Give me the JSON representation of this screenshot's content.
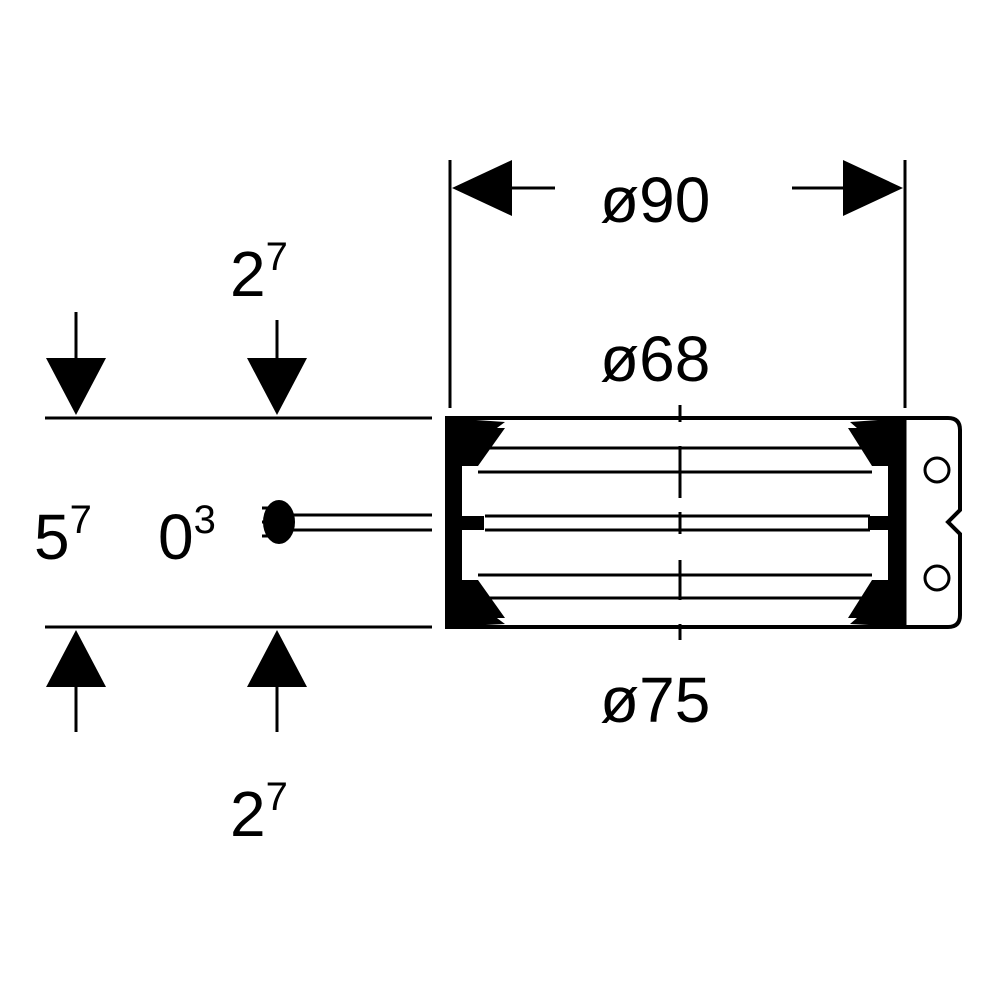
{
  "dimensions": {
    "outer_diameter": "ø90",
    "inner_diameter": "ø68",
    "mid_diameter": "ø75",
    "left_total": {
      "base": "5",
      "exp": "7"
    },
    "top_wall": {
      "base": "2",
      "exp": "7"
    },
    "bottom_wall": {
      "base": "2",
      "exp": "7"
    },
    "gap": {
      "base": "0",
      "exp": "3"
    }
  },
  "colors": {
    "line": "#000000",
    "background": "#ffffff"
  }
}
